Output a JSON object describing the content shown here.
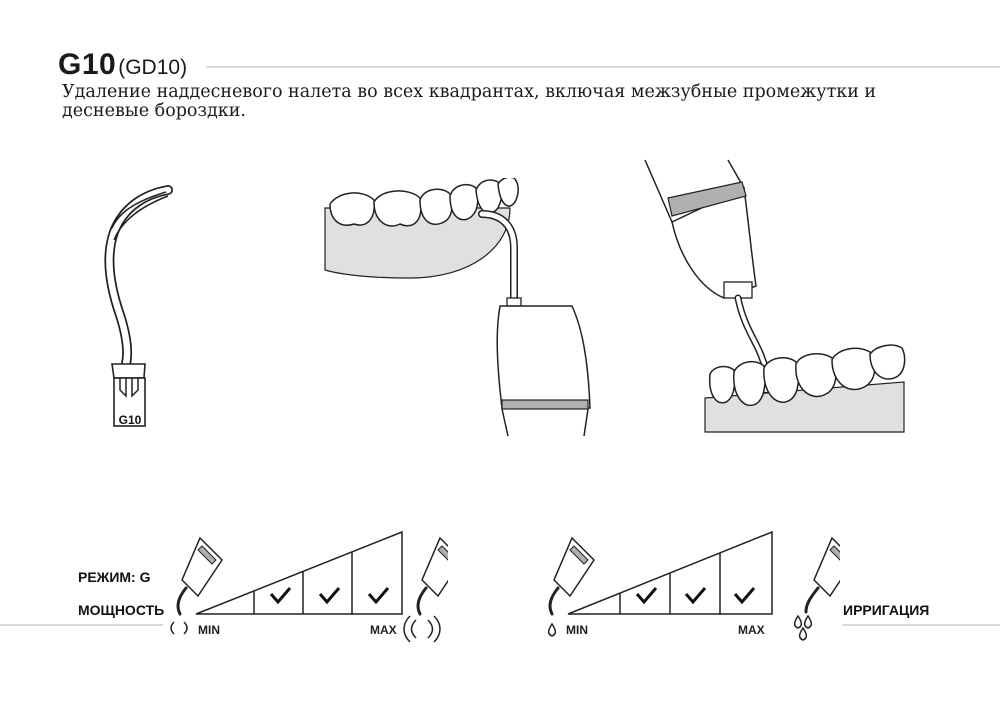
{
  "header": {
    "model_code": "G10",
    "model_alt": "(GD10)",
    "description": "Удаление наддесневого налета во всех квадрантах, включая межзубные промежутки и десневые бороздки."
  },
  "tip_illustration": {
    "engraving": "G10"
  },
  "settings": {
    "mode_label": "РЕЖИМ: G",
    "power": {
      "label": "МОЩНОСТЬ",
      "min_label": "MIN",
      "max_label": "MAX",
      "levels_total": 4,
      "levels_checked": [
        2,
        3,
        4
      ],
      "min_icon": "vibration-low-icon",
      "max_icon": "vibration-high-icon"
    },
    "irrigation": {
      "label": "ИРРИГАЦИЯ",
      "min_label": "MIN",
      "max_label": "MAX",
      "levels_total": 4,
      "levels_checked": [
        2,
        3,
        4
      ],
      "min_icon": "single-drop-icon",
      "max_icon": "multiple-drops-icon"
    }
  },
  "colors": {
    "text": "#1a1a1a",
    "rule": "#d9d9d9",
    "gum": "#e0e0e0"
  }
}
